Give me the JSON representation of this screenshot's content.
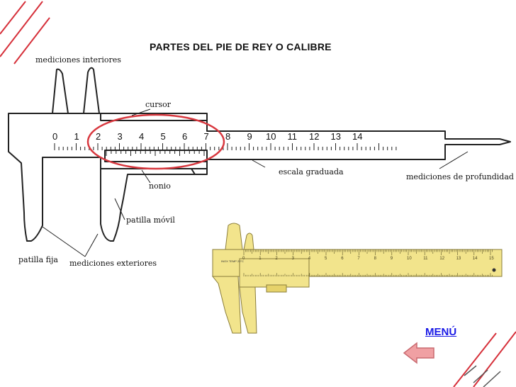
{
  "title": "PARTES DEL PIE DE REY O CALIBRE",
  "labels": {
    "inner": "mediciones interiores",
    "cursor": "cursor",
    "scale": "escala graduada",
    "depth": "mediciones de profundidad",
    "vernier": "nonio",
    "moving_jaw": "patilla móvil",
    "fixed_jaw": "patilla fija",
    "outer": "mediciones exteriores"
  },
  "scale_numbers": [
    "0",
    "1",
    "2",
    "3",
    "4",
    "5",
    "6",
    "7",
    "8",
    "9",
    "10",
    "11",
    "12",
    "13",
    "14"
  ],
  "photo": {
    "model_text": "INOX TEMP 20°C",
    "scale_numbers": [
      "0",
      "1",
      "2",
      "3",
      "4",
      "5",
      "6",
      "7",
      "8",
      "9",
      "10",
      "11",
      "12",
      "13",
      "14",
      "15"
    ]
  },
  "nav": {
    "menu_label": "MENÚ"
  },
  "colors": {
    "accent_red": "#d6303a",
    "highlight_ellipse": "#d8383f",
    "photo_yellow": "#f2e48c",
    "arrow_pink": "#f0a0a3"
  }
}
